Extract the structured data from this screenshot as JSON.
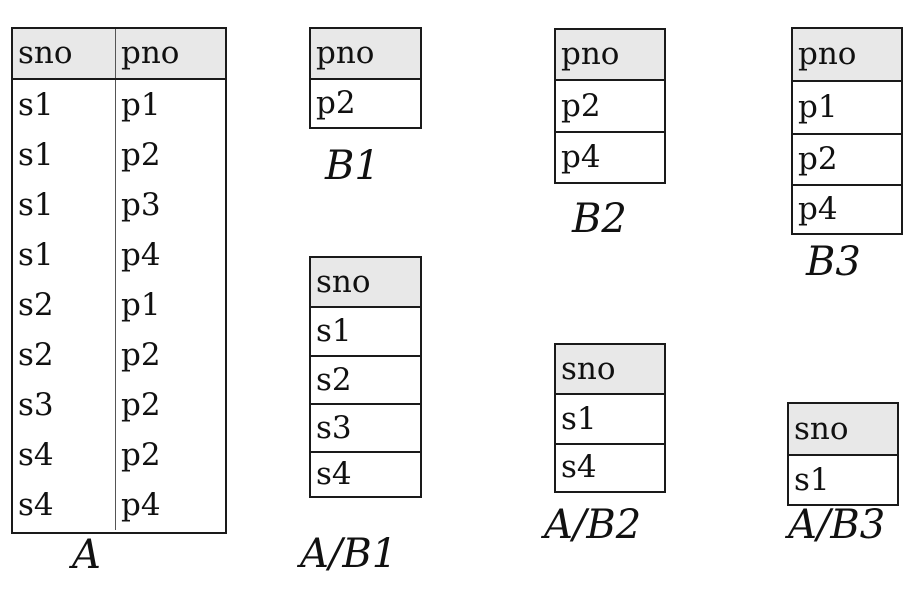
{
  "A": {
    "label": "A",
    "columns": [
      "sno",
      "pno"
    ],
    "rows": [
      [
        "s1",
        "p1"
      ],
      [
        "s1",
        "p2"
      ],
      [
        "s1",
        "p3"
      ],
      [
        "s1",
        "p4"
      ],
      [
        "s2",
        "p1"
      ],
      [
        "s2",
        "p2"
      ],
      [
        "s3",
        "p2"
      ],
      [
        "s4",
        "p2"
      ],
      [
        "s4",
        "p4"
      ]
    ]
  },
  "B1": {
    "label": "B1",
    "column": "pno",
    "rows": [
      "p2"
    ]
  },
  "B2": {
    "label": "B2",
    "column": "pno",
    "rows": [
      "p2",
      "p4"
    ]
  },
  "B3": {
    "label": "B3",
    "column": "pno",
    "rows": [
      "p1",
      "p2",
      "p4"
    ]
  },
  "AB1": {
    "label": "A/B1",
    "column": "sno",
    "rows": [
      "s1",
      "s2",
      "s3",
      "s4"
    ]
  },
  "AB2": {
    "label": "A/B2",
    "column": "sno",
    "rows": [
      "s1",
      "s4"
    ]
  },
  "AB3": {
    "label": "A/B3",
    "column": "sno",
    "rows": [
      "s1"
    ]
  }
}
